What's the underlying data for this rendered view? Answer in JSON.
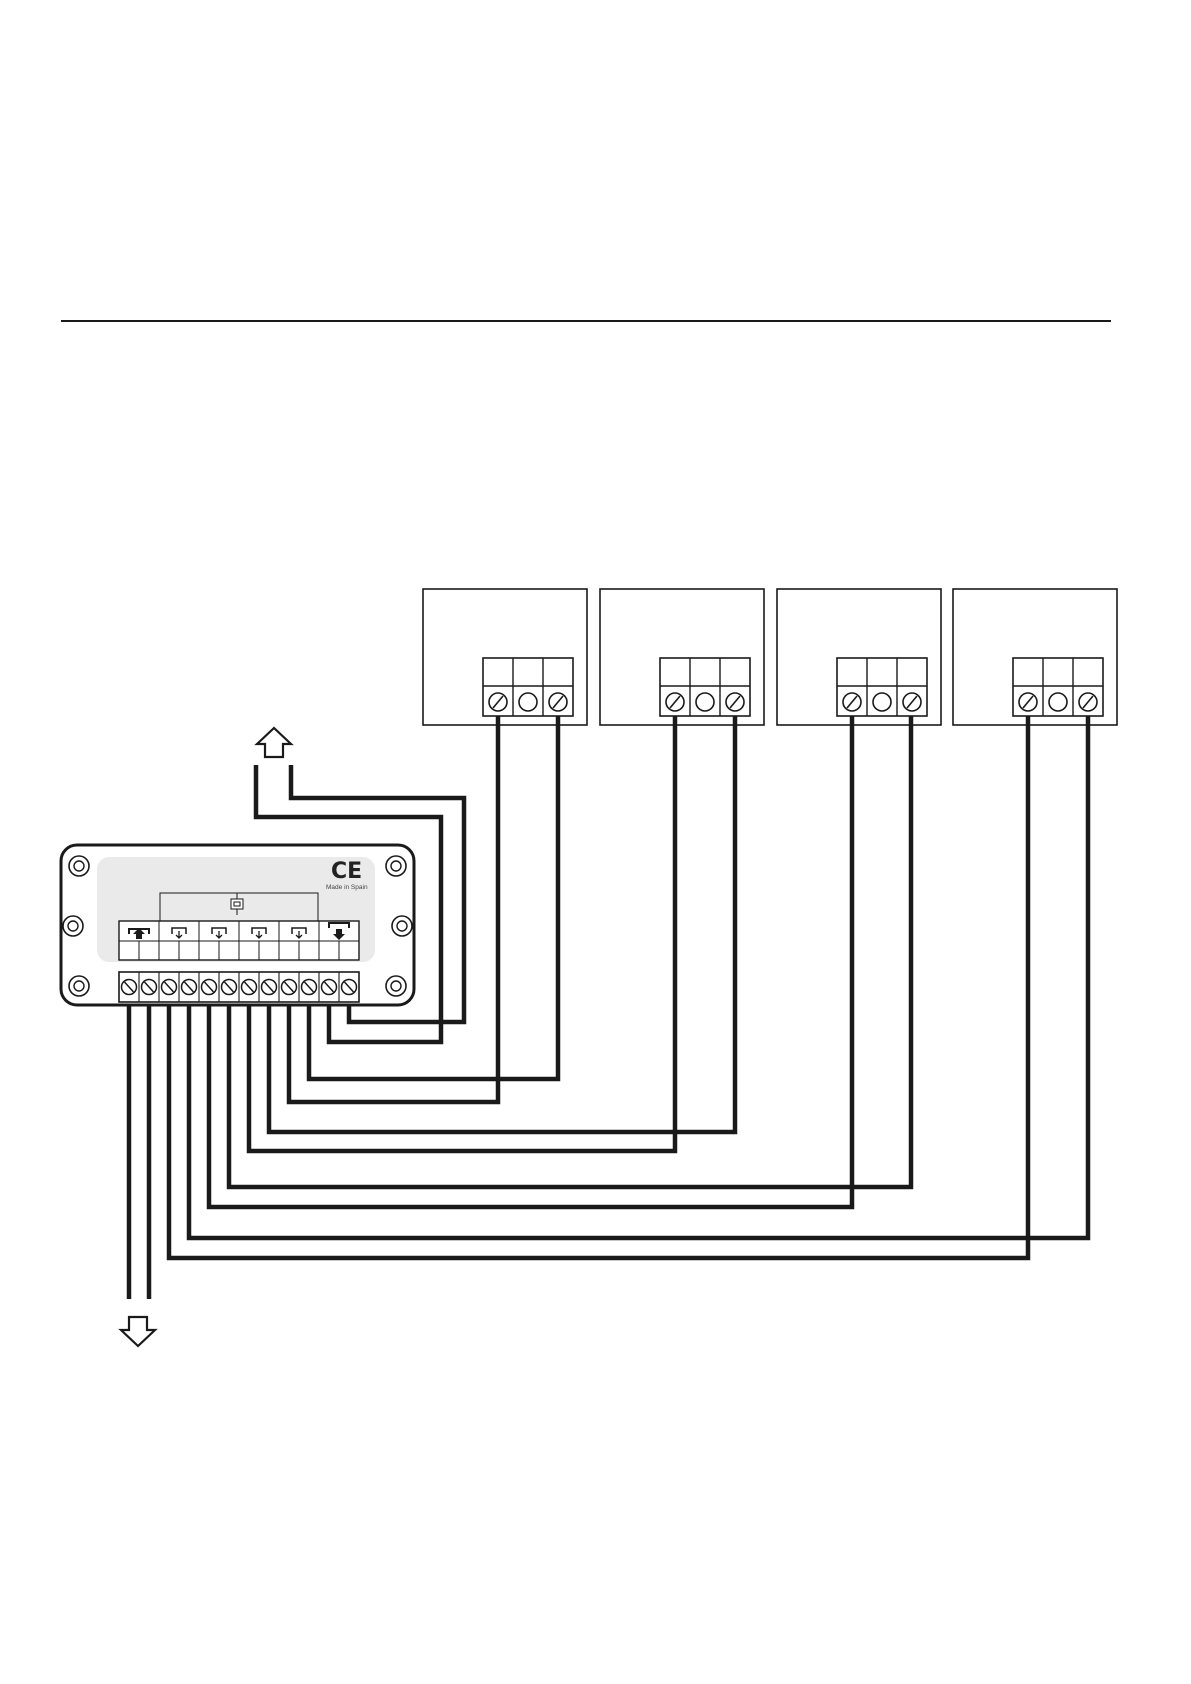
{
  "page": {
    "background": "#ffffff",
    "line_color": "#1a1a1a",
    "panel_color": "#eaeaea"
  },
  "splitter": {
    "mark": "CE",
    "origin": "Made in Spain",
    "output_count": 4,
    "screw_count": 12
  },
  "outlets": {
    "count": 4,
    "terminals_per_outlet": 3
  },
  "arrows": {
    "in": "arrow-up-icon",
    "out": "arrow-down-icon"
  }
}
